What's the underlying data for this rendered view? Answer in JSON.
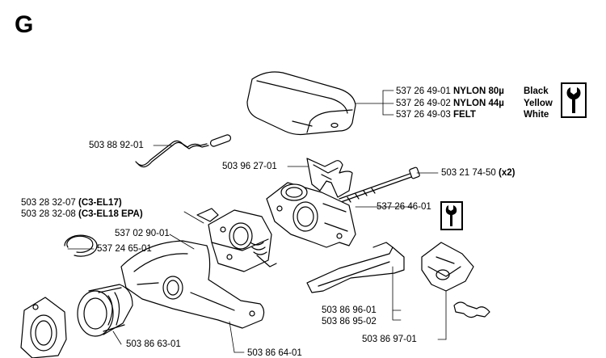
{
  "section": "G",
  "air_filter": {
    "rows": [
      {
        "part": "537 26 49-01",
        "material": "NYLON 80µ",
        "color": "Black"
      },
      {
        "part": "537 26 49-02",
        "material": "NYLON 44µ",
        "color": "Yellow"
      },
      {
        "part": "537 26 49-03",
        "material": "FELT",
        "color": "White"
      }
    ]
  },
  "parts": {
    "choke_rod": "503 88 92-01",
    "air_filter_holder": "503 96 27-01",
    "screw": "503 21 74-50",
    "screw_qty": "(x2)",
    "carb_base": "537 26 46-01",
    "carb_a_part": "503 28 32-07",
    "carb_a_model": "(C3-EL17)",
    "carb_b_part": "503 28 32-08",
    "carb_b_model": "(C3-EL18 EPA)",
    "gasket": "537 02 90-01",
    "clip_ring": "537 24 65-01",
    "trigger_1": "503 86 96-01",
    "trigger_2": "503 86 95-02",
    "lever_spring": "503 86 97-01",
    "intake_hose": "503 86 63-01",
    "intake_pipe": "503 86 64-01"
  },
  "icons": [
    "wrench-icon",
    "wrench-icon"
  ]
}
